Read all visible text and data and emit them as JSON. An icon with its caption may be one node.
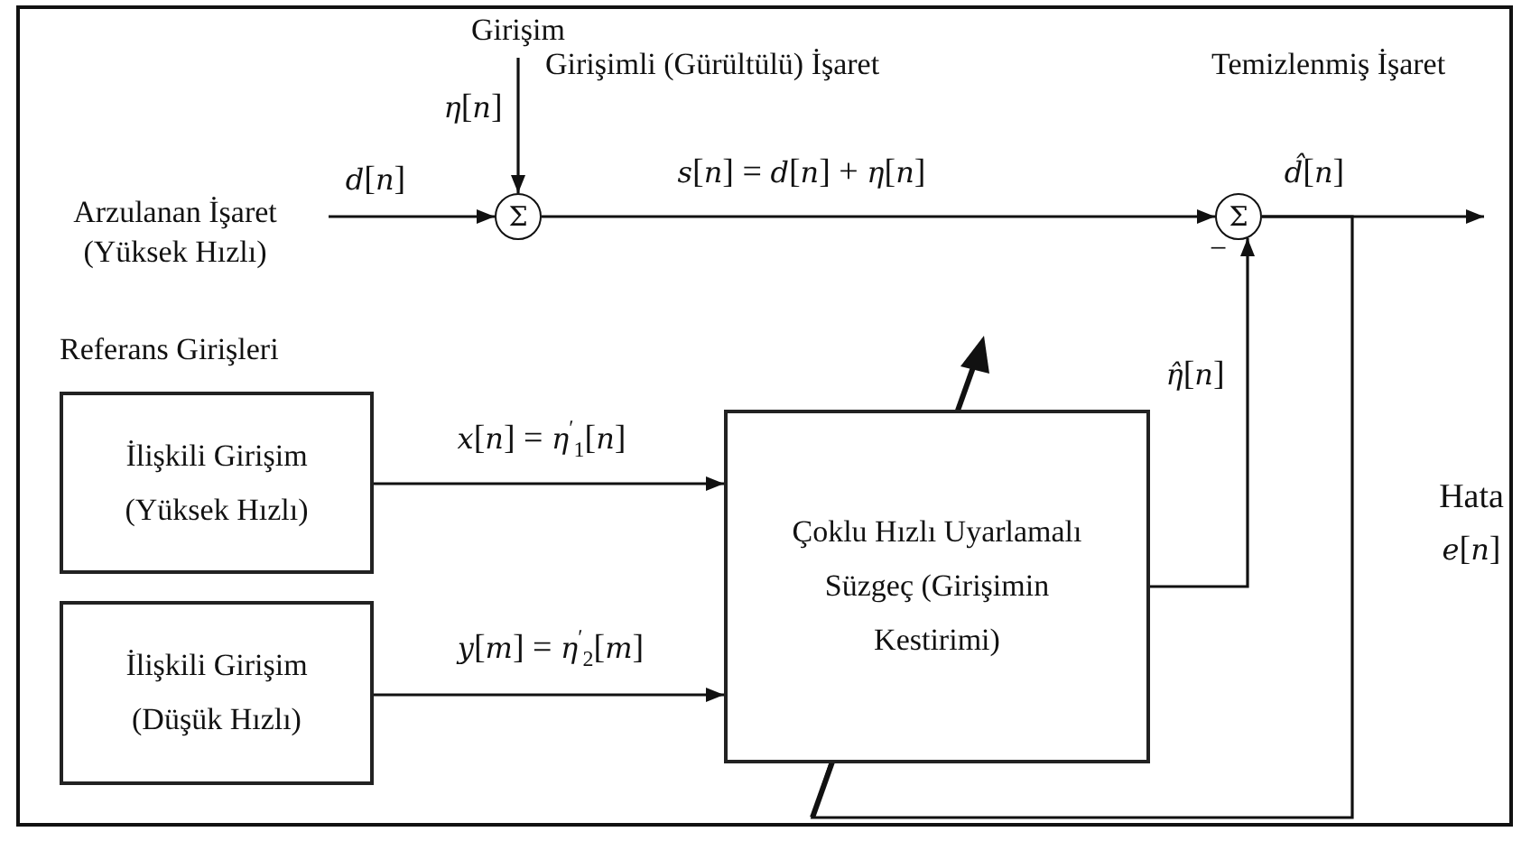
{
  "diagram": {
    "nodes": [
      {
        "text": [
          "Arzulanan İşaret (Yüksek Hızlı)"
        ]
      },
      {
        "text": [
          "Girişim"
        ]
      },
      {
        "text": [
          "Σ"
        ]
      },
      {
        "text": [
          "Σ"
        ],
        "beside": [
          "−"
        ]
      },
      {
        "text": [
          "İlişkili Girişim (Yüksek Hızlı)"
        ]
      },
      {
        "text": [
          "İlişkili Girişim (Düşük Hızlı)"
        ]
      },
      {
        "text": [
          "Çoklu Hızlı Uyarlamalı Süzgeç (Girişimin Kestirimi)"
        ]
      }
    ],
    "edges": [
      {
        "from": 0,
        "to": 2,
        "arrow": "to",
        "label": "*d*[*n*]"
      },
      {
        "from": 1,
        "to": 2,
        "arrow": "to",
        "label": "*η*[*n*]"
      },
      {
        "from": 2,
        "to": 3,
        "arrow": "to",
        "label": "*s*[*n*] = *d*[*n*] + *η*[*n*]"
      },
      {
        "from": 3,
        "to": null,
        "arrow": "to",
        "label": "*d̂*[*n*]"
      },
      {
        "from": 6,
        "to": 3,
        "arrow": "to",
        "label": "*η̂*[*n*]"
      },
      {
        "from": 4,
        "to": 6,
        "arrow": "to",
        "label": "*x*[*n*] = *η*$^{′}$$_{1}$[*n*]"
      },
      {
        "from": 5,
        "to": 6,
        "arrow": "to",
        "label": "*y*[*m*] = *η*$^{′}$$_{2}$[*m*]"
      },
      {
        "from": 3,
        "to": 6,
        "arrow": "none",
        "label": "Hata *e*[*n*]"
      }
    ],
    "labels": [
      "Girişimli (Gürültülü) İşaret",
      "Temizlenmiş İşaret",
      "Referans Girişleri"
    ]
  }
}
